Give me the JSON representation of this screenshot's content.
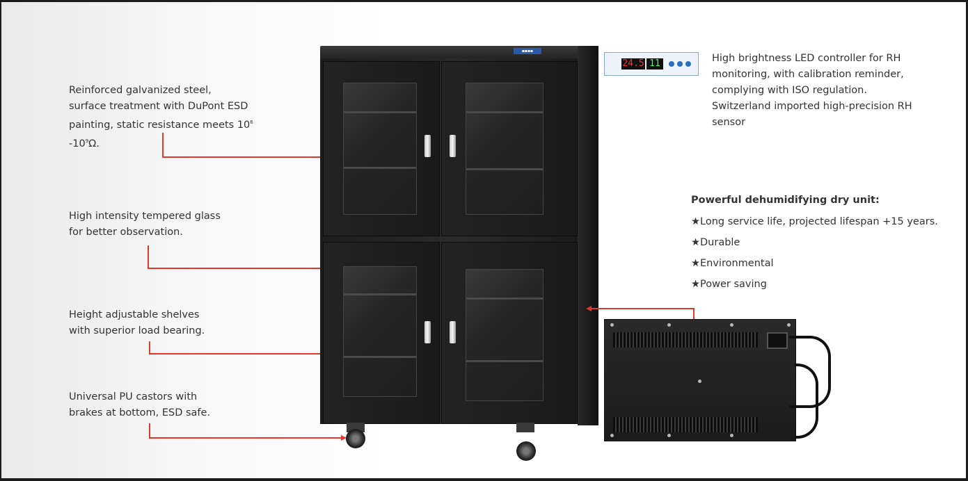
{
  "callouts": {
    "steel": {
      "line1": "Reinforced galvanized steel,",
      "line2": "surface treatment with DuPont ESD",
      "line3_prefix": "painting, static resistance meets 10",
      "line3_sup": "6",
      "line4_prefix": "-10",
      "line4_sup": "9",
      "line4_suffix": "Ω."
    },
    "glass": {
      "line1": "High intensity tempered glass",
      "line2": "for better observation."
    },
    "shelves": {
      "line1": "Height adjustable shelves",
      "line2": "with superior load bearing."
    },
    "castors": {
      "line1": "Universal PU castors with",
      "line2": "brakes at bottom, ESD safe."
    },
    "controller": {
      "line1": "High brightness LED controller for RH",
      "line2": "monitoring, with calibration reminder,",
      "line3": "complying with ISO regulation.",
      "line4": "Switzerland imported high-precision RH",
      "line5": "sensor"
    },
    "dry_unit": {
      "title": "Powerful dehumidifying dry unit:",
      "items": [
        "★Long service life, projected lifespan +15 years.",
        "★Durable",
        "★Environmental",
        "★Power saving"
      ]
    }
  },
  "controller_display": {
    "rh_value": "24.5",
    "temp_value": "11"
  },
  "colors": {
    "leader_line": "#e0392b",
    "cabinet": "#1f1f1f",
    "controller_accent": "#2a6dc4"
  }
}
